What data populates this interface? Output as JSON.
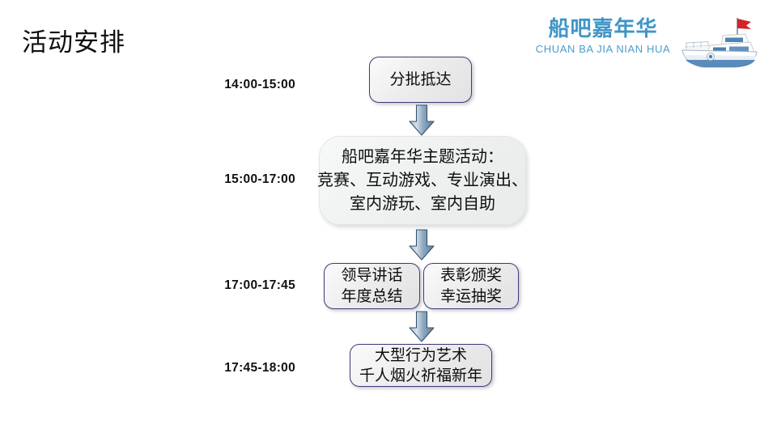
{
  "slide": {
    "title": "活动安排",
    "background": "#ffffff"
  },
  "brand": {
    "name_cn": "船吧嘉年华",
    "name_pinyin": "CHUAN BA JIA NIAN HUA",
    "color": "#3e95c8",
    "logo_icon": "yacht-boat-icon",
    "flag_color": "#d2232a"
  },
  "colors": {
    "box_border": "#3c3c78",
    "box_fill_light": "#fbfbfc",
    "box_fill_dark": "#e2e2e4",
    "arrow_fill_light": "#cfdbe6",
    "arrow_fill_dark": "#5d7f9c",
    "arrow_stroke": "#2f4f6f",
    "text": "#0d0d0d"
  },
  "schedule": [
    {
      "time": "14:00-15:00",
      "boxes": [
        {
          "lines": [
            "分批抵达"
          ]
        }
      ]
    },
    {
      "time": "15:00-17:00",
      "boxes": [
        {
          "lines": [
            "船吧嘉年华主题活动：",
            "竞赛、互动游戏、专业演出、",
            "室内游玩、室内自助"
          ]
        }
      ]
    },
    {
      "time": "17:00-17:45",
      "boxes": [
        {
          "lines": [
            "领导讲话",
            "年度总结"
          ]
        },
        {
          "lines": [
            "表彰颁奖",
            "幸运抽奖"
          ]
        }
      ]
    },
    {
      "time": "17:45-18:00",
      "boxes": [
        {
          "lines": [
            "大型行为艺术",
            "千人烟火祈福新年"
          ]
        }
      ]
    }
  ],
  "flow": {
    "arrow_icon": "down-block-arrow-icon",
    "arrow_count": 3
  }
}
